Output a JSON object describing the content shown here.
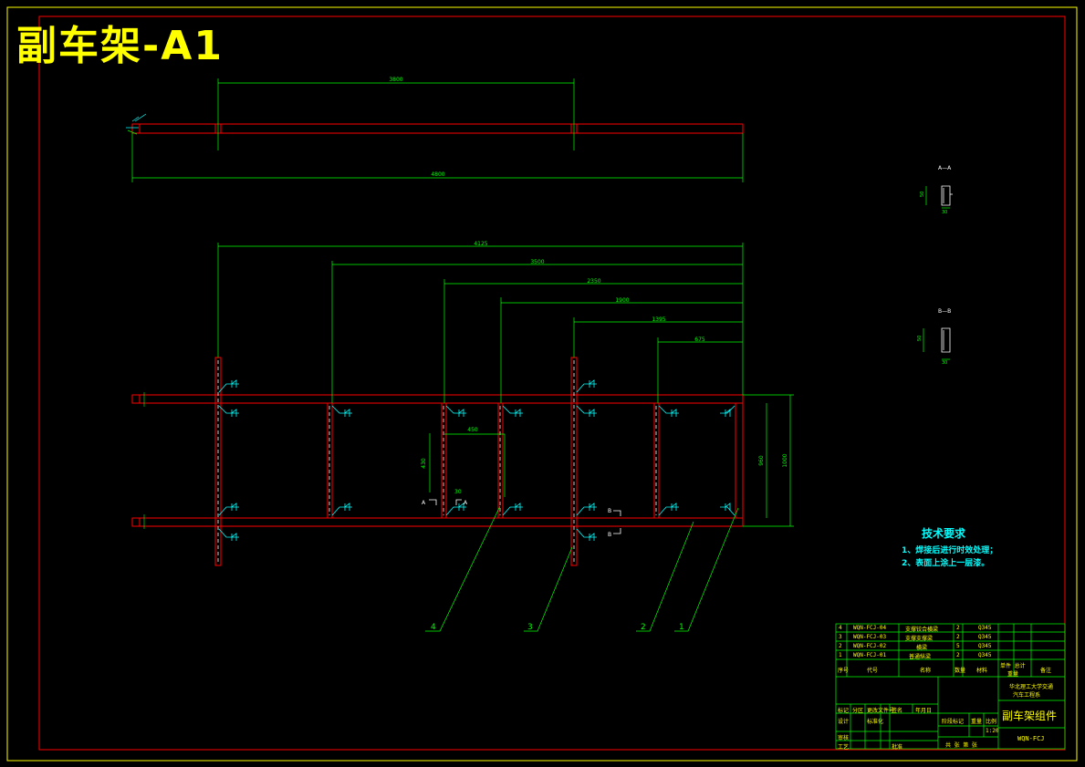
{
  "title": "副车架-A1",
  "dimensions": {
    "top_view": {
      "d3800": "3800",
      "d4800": "4800"
    },
    "plan_view": {
      "d4125": "4125",
      "d3500": "3500",
      "d2350": "2350",
      "d1900": "1900",
      "d1395": "1395",
      "d675": "675",
      "d450": "450",
      "d430": "430",
      "d960": "960",
      "d1000": "1000",
      "d30": "30"
    },
    "section_aa": {
      "label": "A—A",
      "h": "50",
      "w": "30"
    },
    "section_bb": {
      "label": "B—B",
      "h": "50",
      "w": "30"
    }
  },
  "callouts": [
    "4",
    "3",
    "2",
    "1"
  ],
  "section_marks": {
    "a": "A",
    "b": "B"
  },
  "tech_requirements": {
    "title": "技术要求",
    "items": [
      "1、焊接后进行时效处理；",
      "2、表面上涂上一层漆。"
    ]
  },
  "title_block": {
    "parts": [
      {
        "no": "4",
        "code": "WQN-FCJ-04",
        "name": "支撑铰合横梁",
        "qty": "2",
        "material": "Q345"
      },
      {
        "no": "3",
        "code": "WQN-FCJ-03",
        "name": "支撑支撑梁",
        "qty": "2",
        "material": "Q345"
      },
      {
        "no": "2",
        "code": "WQN-FCJ-02",
        "name": "横梁",
        "qty": "5",
        "material": "Q345"
      },
      {
        "no": "1",
        "code": "WQN-FCJ-01",
        "name": "普通纵梁",
        "qty": "2",
        "material": "Q345"
      }
    ],
    "headers": {
      "no": "序号",
      "code": "代号",
      "name": "名称",
      "qty": "数量",
      "material": "材料",
      "weight": "单件 总计",
      "weight2": "重量",
      "remark": "备注"
    },
    "school": "华北理工大学交通",
    "dept": "汽车工程系",
    "drawing_name": "副车架组件",
    "drawing_no": "WQN-FCJ",
    "scale": "1:20",
    "labels": {
      "mark": "标记",
      "zone": "分区",
      "change_doc": "更改文件号",
      "signature": "签名",
      "date": "年月日",
      "design": "设计",
      "standard": "标准化",
      "stage": "阶段标记",
      "weight": "重量",
      "ratio": "比例",
      "review": "审核",
      "process": "工艺",
      "approve": "批准",
      "sheets": "共 张 第 张"
    }
  },
  "colors": {
    "frame_outer": "#ffff00",
    "frame_inner": "#ff0000",
    "beam": "#ff0000",
    "dimension": "#00ff00",
    "weld": "#00ffff",
    "text_yellow": "#ffff00",
    "white": "#ffffff"
  }
}
